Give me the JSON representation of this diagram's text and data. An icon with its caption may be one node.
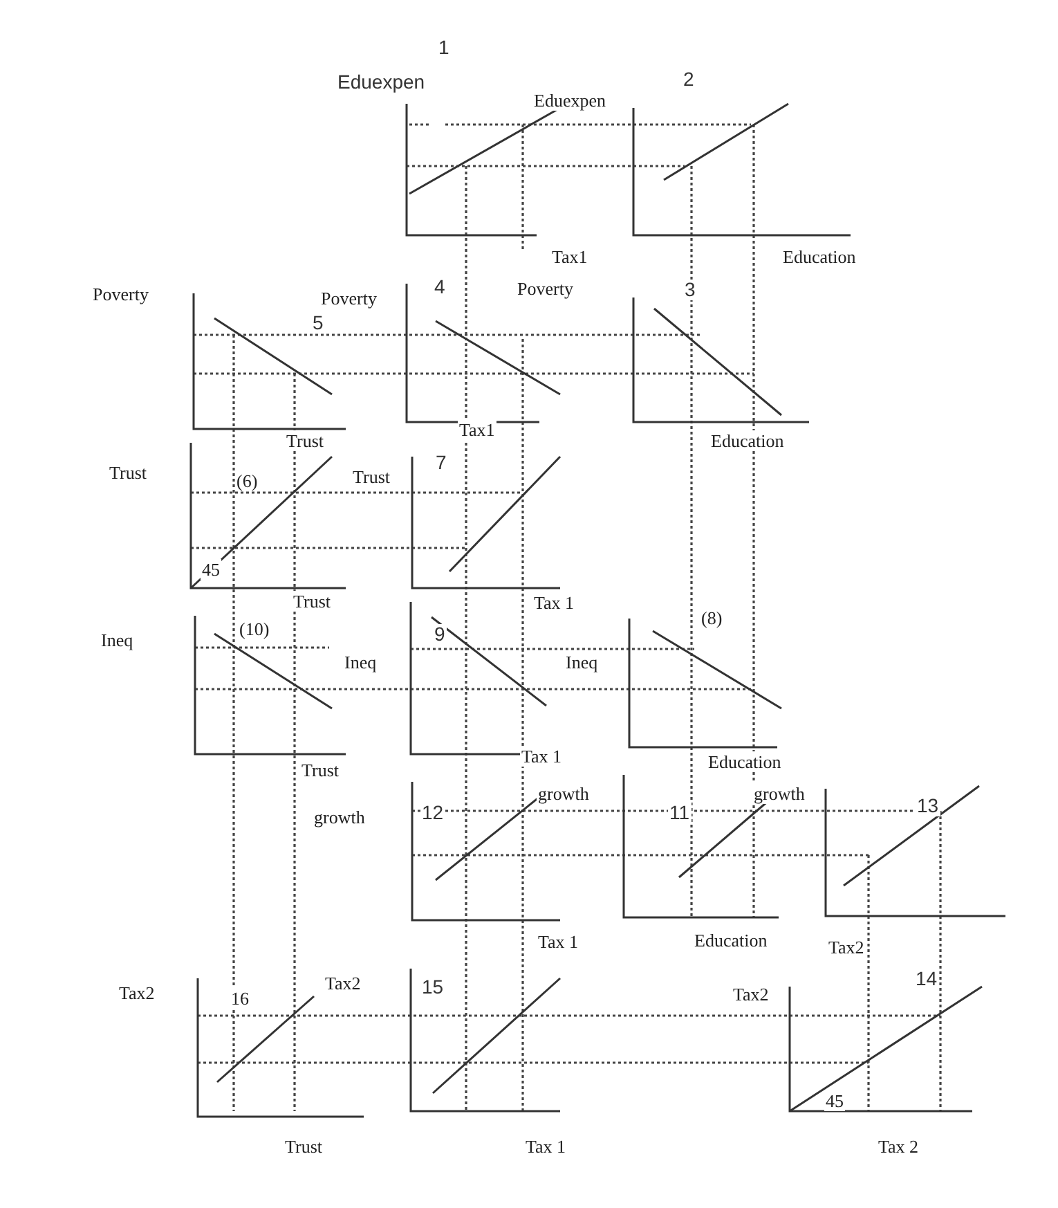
{
  "diagram": {
    "labels": [
      "1",
      "Eduexpen",
      "Eduexpen",
      "2",
      "Tax1",
      "Education",
      "Poverty",
      "Poverty",
      "4",
      "Poverty",
      "3",
      "5",
      "Trust",
      "Tax1",
      "Education",
      "Trust",
      "(6)",
      "Trust",
      "7",
      "45",
      "Trust",
      "Tax 1",
      "(8)",
      "Ineq",
      "(10)",
      "9",
      "Ineq",
      "Ineq",
      "Trust",
      "Tax 1",
      "Education",
      "growth",
      "growth",
      "growth",
      "12",
      "11",
      "13",
      "Tax 1",
      "Education",
      "Tax2",
      "Tax2",
      "Tax2",
      "16",
      "15",
      "Tax2",
      "14",
      "45",
      "Trust",
      "Tax 1",
      "Tax 2"
    ]
  }
}
